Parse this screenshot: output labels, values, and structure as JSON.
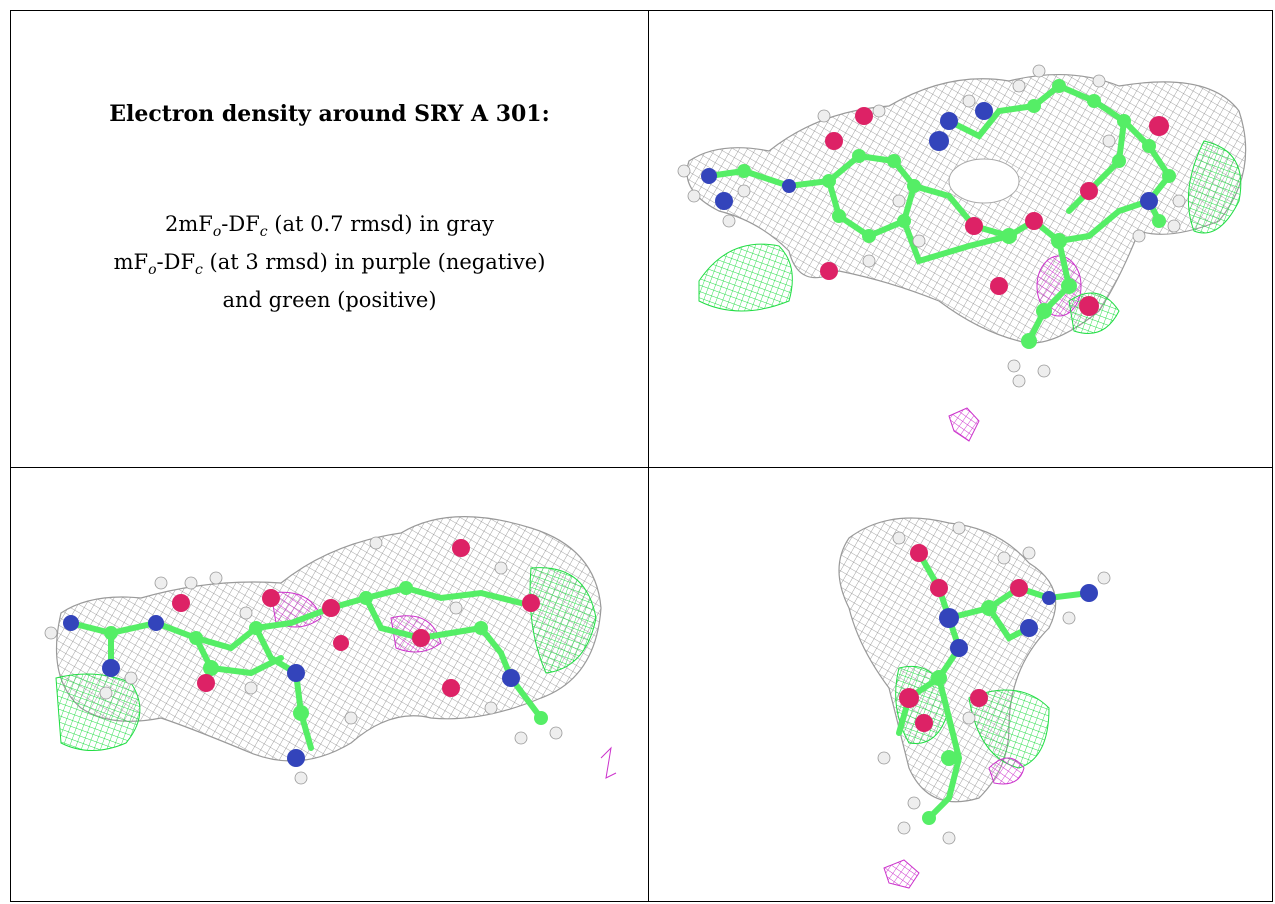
{
  "panel_text": {
    "title": "Electron density around SRY A 301:",
    "line1": {
      "prefix": "2mF",
      "sub1": "o",
      "mid": "-DF",
      "sub2": "c",
      "suffix": " (at 0.7 rmsd) in gray"
    },
    "line2": {
      "prefix": "mF",
      "sub1": "o",
      "mid": "-DF",
      "sub2": "c",
      "suffix": " (at 3 rmsd) in purple (negative)"
    },
    "line3": "and green (positive)"
  },
  "colors": {
    "mesh_gray": "#9a9a9a",
    "positive_green": "#22dd44",
    "negative_purple": "#cc33cc",
    "carbon": "#55ee66",
    "nitrogen": "#3344bb",
    "oxygen": "#dd2266",
    "hydrogen": "#eeeeee"
  },
  "images": [
    {
      "name": "molecule-view-1",
      "description": "ball-and-stick model with electron density mesh"
    },
    {
      "name": "molecule-view-2",
      "description": "ball-and-stick model with electron density mesh"
    },
    {
      "name": "molecule-view-3",
      "description": "ball-and-stick model with electron density mesh"
    }
  ]
}
